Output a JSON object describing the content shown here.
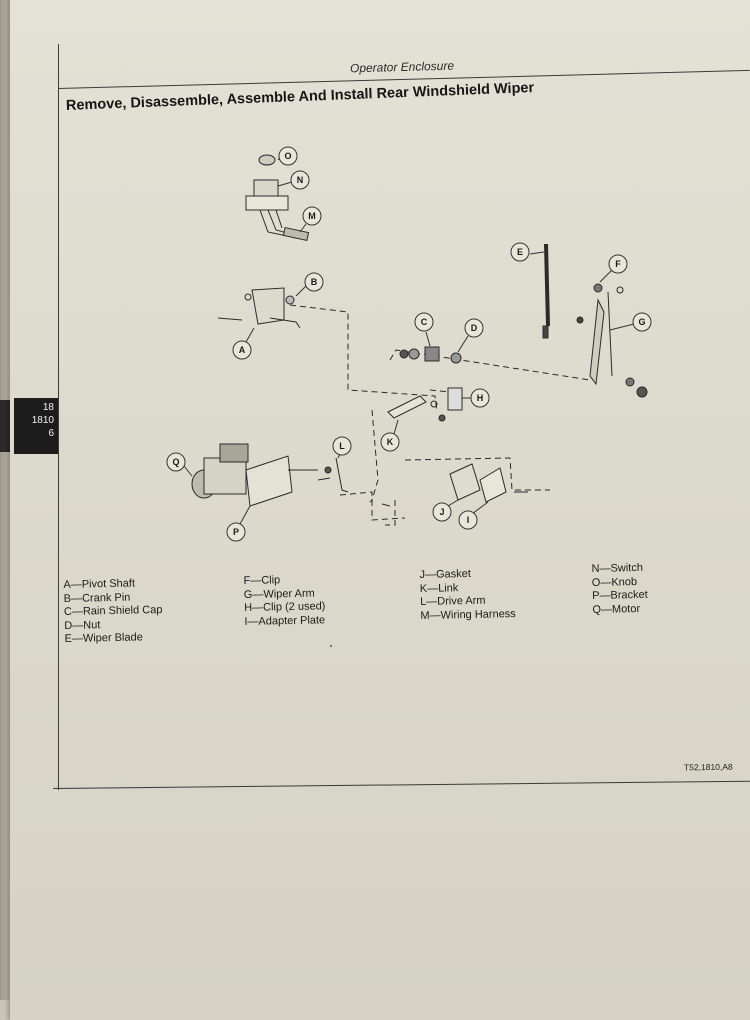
{
  "header": {
    "section": "Operator Enclosure",
    "title": "Remove, Disassemble, Assemble And Install Rear Windshield Wiper"
  },
  "side_tab": {
    "line1": "18",
    "line2": "1810",
    "line3": "6"
  },
  "diagram": {
    "callouts": [
      "O",
      "N",
      "M",
      "B",
      "A",
      "C",
      "D",
      "E",
      "F",
      "G",
      "H",
      "K",
      "L",
      "Q",
      "P",
      "J",
      "I"
    ]
  },
  "legend": {
    "col1": [
      "A—Pivot Shaft",
      "B—Crank Pin",
      "C—Rain Shield Cap",
      "D—Nut",
      "E—Wiper Blade"
    ],
    "col2": [
      "F—Clip",
      "G—Wiper Arm",
      "H—Clip (2 used)",
      "I—Adapter Plate"
    ],
    "col3": [
      "J—Gasket",
      "K—Link",
      "L—Drive Arm",
      "M—Wiring Harness"
    ],
    "col4": [
      "N—Switch",
      "O—Knob",
      "P—Bracket",
      "Q—Motor"
    ]
  },
  "footer": {
    "figure_ref": "T52,1810,A8"
  }
}
